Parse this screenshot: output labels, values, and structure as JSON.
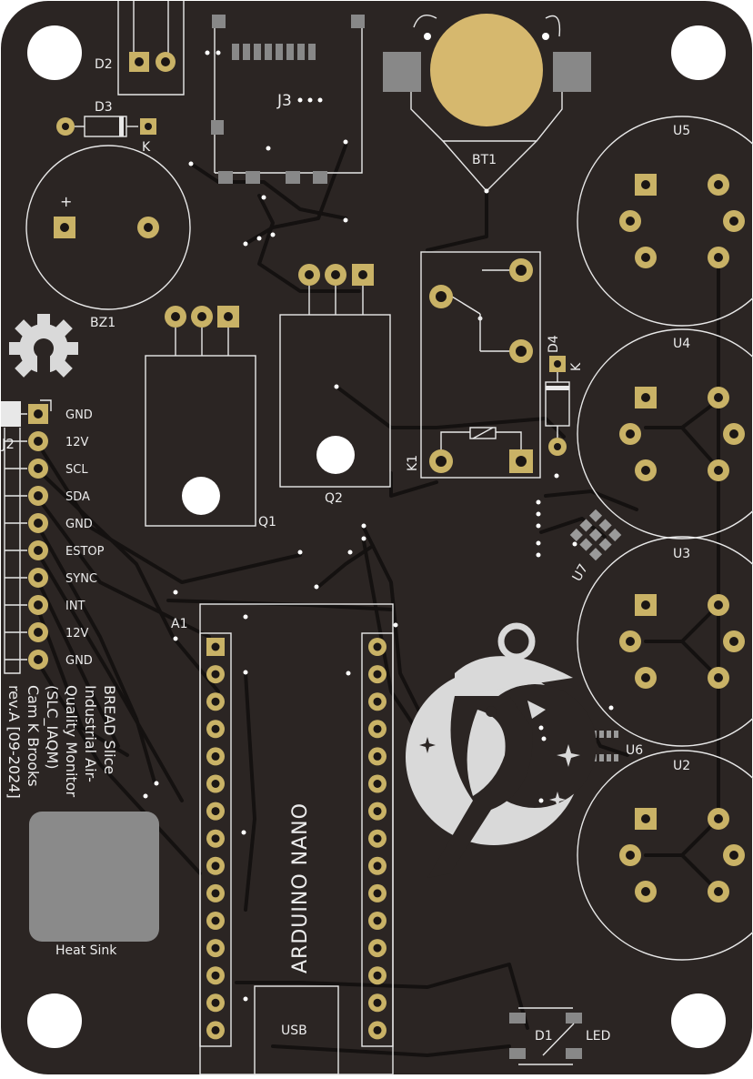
{
  "refs": {
    "d2": "D2",
    "d3": "D3",
    "d3_k": "K",
    "j3": "J3",
    "bt1": "BT1",
    "bz1": "BZ1",
    "bz1_plus": "+",
    "u5": "U5",
    "u4": "U4",
    "u3": "U3",
    "u2": "U2",
    "u6": "U6",
    "u7": "U7",
    "q1": "Q1",
    "q2": "Q2",
    "k1": "K1",
    "d4": "D4",
    "d4_k": "K",
    "j2": "J2",
    "a1": "A1",
    "d1": "D1",
    "d1_led": "LED"
  },
  "j2_pins": [
    "GND",
    "12V",
    "SCL",
    "SDA",
    "GND",
    "ESTOP",
    "SYNC",
    "INT",
    "12V",
    "GND"
  ],
  "board_info": [
    "BREAD Slice",
    "Industrial Air-",
    "Quality Monitor",
    "(SLC_IAQM)",
    "Cam K Brooks",
    "rev.A [09-2024]"
  ],
  "heat_sink": "Heat Sink",
  "module_name": "ARDUINO NANO",
  "usb": "USB",
  "colors": {
    "board": "#2b2523",
    "copper": "#c9b266",
    "silkscreen": "#e8e8e8",
    "battery": "#d6b86e",
    "heat_sink": "#8a8a8a"
  },
  "icons": [
    "oshw-gear-icon",
    "bird-mascot-logo"
  ]
}
